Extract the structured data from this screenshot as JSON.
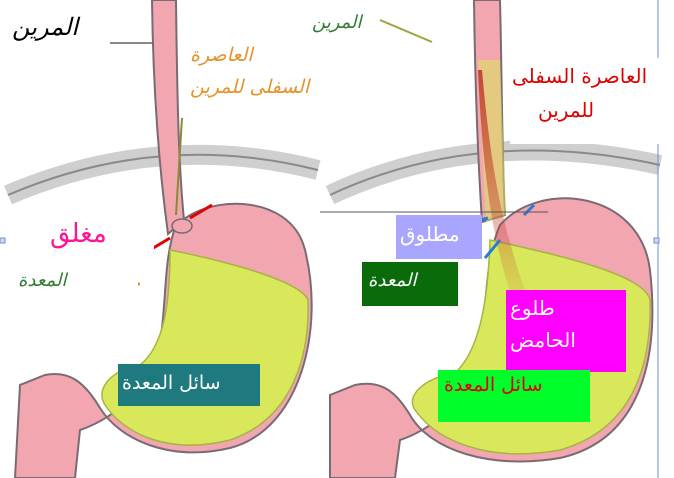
{
  "labels": {
    "left_esophagus": "المرين",
    "left_sphincter_line1": "العاصرة",
    "left_sphincter_line2": "السفلى للمرين",
    "left_closed": "مغلق",
    "left_stomach": "المعدة",
    "left_fluid": "سائل المعدة",
    "right_esophagus": "المرين",
    "right_sphincter_line1": "العاصرة السفلى",
    "right_sphincter_line2": "للمرين",
    "right_open": "مطلوق",
    "right_stomach": "المعدة",
    "right_reflux_line1": "طلوع",
    "right_reflux_line2": "الحامض",
    "right_fluid": "سائل المعدة"
  },
  "colors": {
    "tissue": "#f2a6b0",
    "tissue_outline": "#7a6b73",
    "gastric_fluid": "#d9e85a",
    "diaphragm": "#c9c9c9",
    "acid_stream": "#c0392b",
    "label_orange": "#e8902a",
    "label_green": "#2e7d32",
    "label_red": "#e00000",
    "label_magenta": "#ff1493",
    "box_teal": "#1f7a80",
    "box_darkgreen": "#0a6b0a",
    "box_lavender": "#a8a6ff",
    "box_magenta": "#ff00ff",
    "box_brightgreen": "#00ff2a"
  }
}
